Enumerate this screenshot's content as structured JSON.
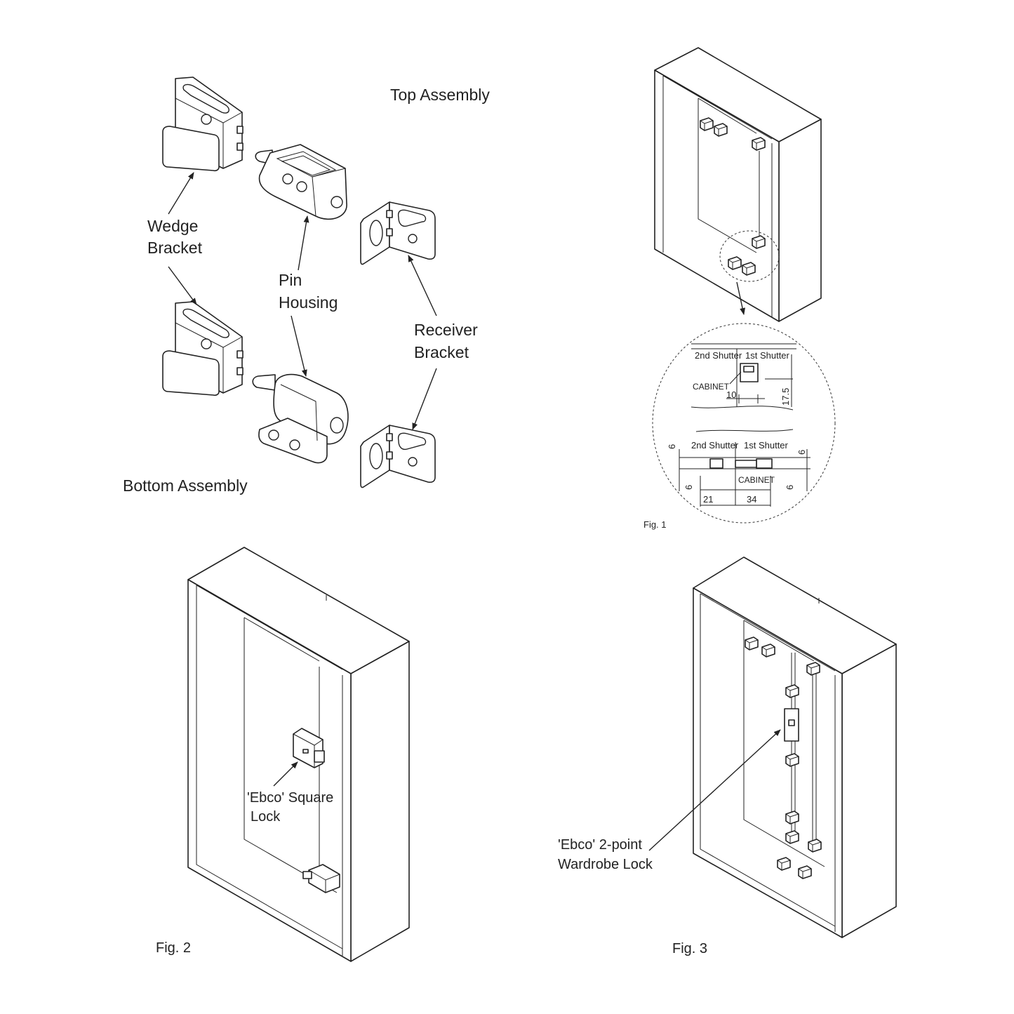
{
  "assembly": {
    "top_label": "Top Assembly",
    "bottom_label": "Bottom Assembly",
    "wedge_bracket": [
      "Wedge",
      "Bracket"
    ],
    "pin_housing": [
      "Pin",
      "Housing"
    ],
    "receiver_bracket": [
      "Receiver",
      "Bracket"
    ]
  },
  "fig1": {
    "caption": "Fig. 1",
    "detail_top": {
      "shutter_2": "2nd Shutter",
      "shutter_1": "1st Shutter",
      "cabinet": "CABINET",
      "dim_10": "10",
      "dim_17_5": "17.5"
    },
    "detail_bottom": {
      "shutter_2": "2nd Shutter",
      "shutter_1": "1st Shutter",
      "cabinet": "CABINET",
      "dim_6_a": "6",
      "dim_6_b": "6",
      "dim_6_c": "6",
      "dim_6_d": "6",
      "dim_21": "21",
      "dim_34": "34"
    }
  },
  "fig2": {
    "caption": "Fig. 2",
    "lock_label": [
      "'Ebco' Square",
      "Lock"
    ]
  },
  "fig3": {
    "caption": "Fig. 3",
    "lock_label": [
      "'Ebco' 2-point",
      "Wardrobe Lock"
    ]
  }
}
